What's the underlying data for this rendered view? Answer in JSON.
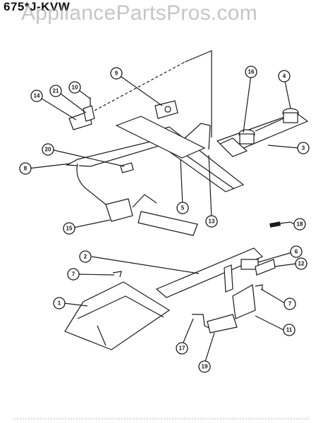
{
  "header": {
    "model_code": "675*J-KVW",
    "watermark": "AppliancePartsPros.com"
  },
  "callouts": [
    {
      "id": "c9a",
      "label": "9"
    },
    {
      "id": "c16",
      "label": "16"
    },
    {
      "id": "c4",
      "label": "4"
    },
    {
      "id": "c14",
      "label": "14"
    },
    {
      "id": "c21",
      "label": "21"
    },
    {
      "id": "c10",
      "label": "10"
    },
    {
      "id": "c3",
      "label": "3"
    },
    {
      "id": "c20",
      "label": "20"
    },
    {
      "id": "c8",
      "label": "8"
    },
    {
      "id": "c5",
      "label": "5"
    },
    {
      "id": "c13",
      "label": "13"
    },
    {
      "id": "c15",
      "label": "15"
    },
    {
      "id": "c18",
      "label": "18"
    },
    {
      "id": "c2",
      "label": "2"
    },
    {
      "id": "c6",
      "label": "6"
    },
    {
      "id": "c12",
      "label": "12"
    },
    {
      "id": "c7a",
      "label": "7"
    },
    {
      "id": "c1",
      "label": "1"
    },
    {
      "id": "c7b",
      "label": "7"
    },
    {
      "id": "c11",
      "label": "11"
    },
    {
      "id": "c17",
      "label": "17"
    },
    {
      "id": "c19",
      "label": "19"
    }
  ]
}
